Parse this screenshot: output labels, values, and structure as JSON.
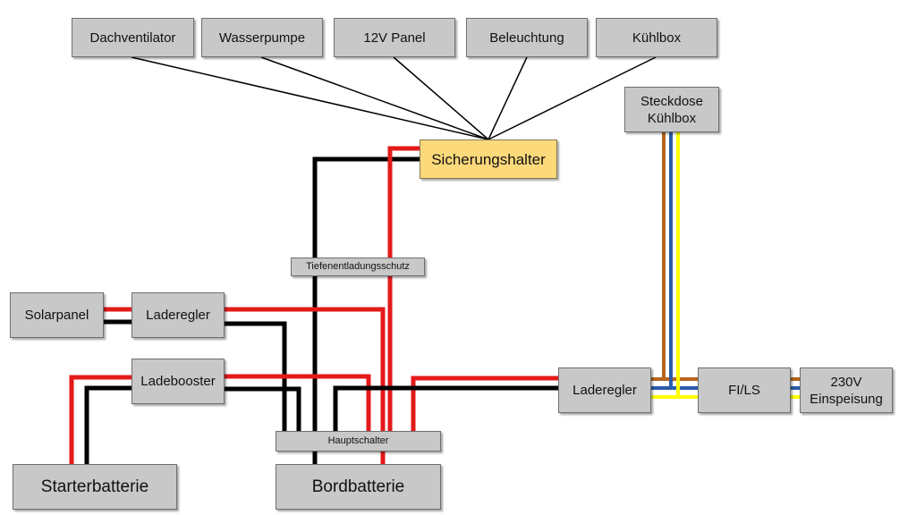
{
  "consumers": {
    "dachventilator": "Dachventilator",
    "wasserpumpe": "Wasserpumpe",
    "panel12v": "12V Panel",
    "beleuchtung": "Beleuchtung",
    "kuehlbox": "Kühlbox"
  },
  "steckdose": {
    "line1": "Steckdose",
    "line2": "Kühlbox"
  },
  "sicherungshalter": "Sicherungshalter",
  "tiefenentladungsschutz": "Tiefenentladungsschutz",
  "solarpanel": "Solarpanel",
  "laderegler_solar": "Laderegler",
  "ladebooster": "Ladebooster",
  "hauptschalter": "Hauptschalter",
  "starterbatterie": "Starterbatterie",
  "bordbatterie": "Bordbatterie",
  "laderegler_230": "Laderegler",
  "fi_ls": "FI/LS",
  "einspeisung": {
    "line1": "230V",
    "line2": "Einspeisung"
  },
  "colors": {
    "positive": "#e41a1a",
    "negative": "#000000",
    "phase": "#b5651d",
    "neutral": "#2a5caa",
    "earth": "#ffff00",
    "box": "#c8c8c8",
    "fuse_holder": "#fcd97a"
  }
}
